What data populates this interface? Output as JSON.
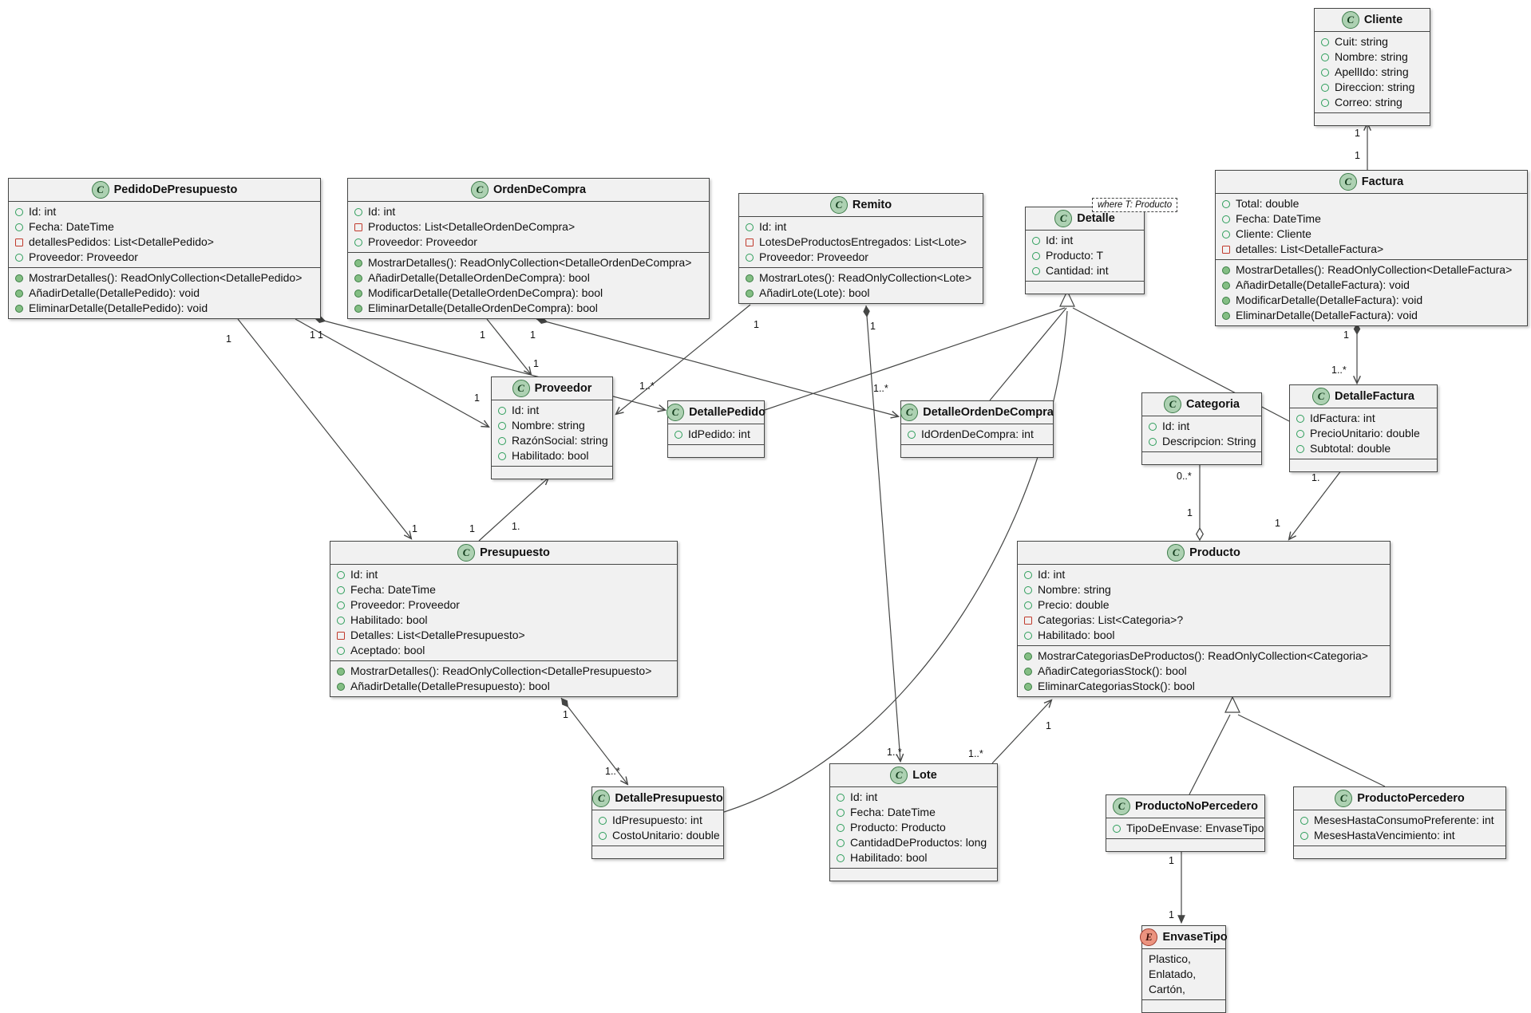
{
  "note": {
    "text": "where T: Producto"
  },
  "classes": {
    "pedido": {
      "badge": "C",
      "name": "PedidoDePresupuesto",
      "attributes": [
        {
          "kind": "field",
          "text": "Id: int"
        },
        {
          "kind": "field",
          "text": "Fecha: DateTime"
        },
        {
          "kind": "privfield",
          "text": "detallesPedidos: List<DetallePedido>"
        },
        {
          "kind": "field",
          "text": "Proveedor: Proveedor"
        }
      ],
      "methods": [
        {
          "kind": "method",
          "text": "MostrarDetalles(): ReadOnlyCollection<DetallePedido>"
        },
        {
          "kind": "method",
          "text": "AñadirDetalle(DetallePedido): void"
        },
        {
          "kind": "method",
          "text": "EliminarDetalle(DetallePedido): void"
        }
      ]
    },
    "orden": {
      "badge": "C",
      "name": "OrdenDeCompra",
      "attributes": [
        {
          "kind": "field",
          "text": "Id: int"
        },
        {
          "kind": "privfield",
          "text": "Productos: List<DetalleOrdenDeCompra>"
        },
        {
          "kind": "field",
          "text": "Proveedor: Proveedor"
        }
      ],
      "methods": [
        {
          "kind": "method",
          "text": "MostrarDetalles(): ReadOnlyCollection<DetalleOrdenDeCompra>"
        },
        {
          "kind": "method",
          "text": "AñadirDetalle(DetalleOrdenDeCompra): bool"
        },
        {
          "kind": "method",
          "text": "ModificarDetalle(DetalleOrdenDeCompra): bool"
        },
        {
          "kind": "method",
          "text": "EliminarDetalle(DetalleOrdenDeCompra): bool"
        }
      ]
    },
    "remito": {
      "badge": "C",
      "name": "Remito",
      "attributes": [
        {
          "kind": "field",
          "text": "Id: int"
        },
        {
          "kind": "privfield",
          "text": "LotesDeProductosEntregados: List<Lote>"
        },
        {
          "kind": "field",
          "text": "Proveedor: Proveedor"
        }
      ],
      "methods": [
        {
          "kind": "method",
          "text": "MostrarLotes(): ReadOnlyCollection<Lote>"
        },
        {
          "kind": "method",
          "text": "AñadirLote(Lote): bool"
        }
      ]
    },
    "detalle": {
      "badge": "C",
      "name": "Detalle",
      "attributes": [
        {
          "kind": "field",
          "text": "Id: int"
        },
        {
          "kind": "field",
          "text": "Producto: T"
        },
        {
          "kind": "field",
          "text": "Cantidad: int"
        }
      ],
      "methods": []
    },
    "factura": {
      "badge": "C",
      "name": "Factura",
      "attributes": [
        {
          "kind": "field",
          "text": "Total: double"
        },
        {
          "kind": "field",
          "text": "Fecha: DateTime"
        },
        {
          "kind": "field",
          "text": "Cliente: Cliente"
        },
        {
          "kind": "privfield",
          "text": "detalles: List<DetalleFactura>"
        }
      ],
      "methods": [
        {
          "kind": "method",
          "text": "MostrarDetalles(): ReadOnlyCollection<DetalleFactura>"
        },
        {
          "kind": "method",
          "text": "AñadirDetalle(DetalleFactura): void"
        },
        {
          "kind": "method",
          "text": "ModificarDetalle(DetalleFactura): void"
        },
        {
          "kind": "method",
          "text": "EliminarDetalle(DetalleFactura): void"
        }
      ]
    },
    "cliente": {
      "badge": "C",
      "name": "Cliente",
      "attributes": [
        {
          "kind": "field",
          "text": "Cuit: string"
        },
        {
          "kind": "field",
          "text": "Nombre: string"
        },
        {
          "kind": "field",
          "text": "ApellIdo: string"
        },
        {
          "kind": "field",
          "text": "Direccion: string"
        },
        {
          "kind": "field",
          "text": "Correo: string"
        }
      ],
      "methods": []
    },
    "proveedor": {
      "badge": "C",
      "name": "Proveedor",
      "attributes": [
        {
          "kind": "field",
          "text": "Id: int"
        },
        {
          "kind": "field",
          "text": "Nombre: string"
        },
        {
          "kind": "field",
          "text": "RazónSocial: string"
        },
        {
          "kind": "field",
          "text": "Habilitado: bool"
        }
      ],
      "methods": []
    },
    "detallePedido": {
      "badge": "C",
      "name": "DetallePedido",
      "attributes": [
        {
          "kind": "field",
          "text": "IdPedido: int"
        }
      ],
      "methods": []
    },
    "detalleOrden": {
      "badge": "C",
      "name": "DetalleOrdenDeCompra",
      "attributes": [
        {
          "kind": "field",
          "text": "IdOrdenDeCompra: int"
        }
      ],
      "methods": []
    },
    "categoria": {
      "badge": "C",
      "name": "Categoria",
      "attributes": [
        {
          "kind": "field",
          "text": "Id: int"
        },
        {
          "kind": "field",
          "text": "Descripcion: String"
        }
      ],
      "methods": []
    },
    "detalleFactura": {
      "badge": "C",
      "name": "DetalleFactura",
      "attributes": [
        {
          "kind": "field",
          "text": "IdFactura: int"
        },
        {
          "kind": "field",
          "text": "PrecioUnitario: double"
        },
        {
          "kind": "field",
          "text": "Subtotal: double"
        }
      ],
      "methods": []
    },
    "presupuesto": {
      "badge": "C",
      "name": "Presupuesto",
      "attributes": [
        {
          "kind": "field",
          "text": "Id: int"
        },
        {
          "kind": "field",
          "text": "Fecha: DateTime"
        },
        {
          "kind": "field",
          "text": "Proveedor: Proveedor"
        },
        {
          "kind": "field",
          "text": "Habilitado: bool"
        },
        {
          "kind": "privfield",
          "text": "Detalles: List<DetallePresupuesto>"
        },
        {
          "kind": "field",
          "text": "Aceptado: bool"
        }
      ],
      "methods": [
        {
          "kind": "method",
          "text": "MostrarDetalles(): ReadOnlyCollection<DetallePresupuesto>"
        },
        {
          "kind": "method",
          "text": "AñadirDetalle(DetallePresupuesto): bool"
        }
      ]
    },
    "producto": {
      "badge": "C",
      "name": "Producto",
      "attributes": [
        {
          "kind": "field",
          "text": "Id: int"
        },
        {
          "kind": "field",
          "text": "Nombre: string"
        },
        {
          "kind": "field",
          "text": "Precio: double"
        },
        {
          "kind": "privfield",
          "text": "Categorias: List<Categoria>?"
        },
        {
          "kind": "field",
          "text": "Habilitado: bool"
        }
      ],
      "methods": [
        {
          "kind": "method",
          "text": "MostrarCategoriasDeProductos(): ReadOnlyCollection<Categoria>"
        },
        {
          "kind": "method",
          "text": "AñadirCategoriasStock(): bool"
        },
        {
          "kind": "method",
          "text": "EliminarCategoriasStock(): bool"
        }
      ]
    },
    "detallePresupuesto": {
      "badge": "C",
      "name": "DetallePresupuesto",
      "attributes": [
        {
          "kind": "field",
          "text": "IdPresupuesto: int"
        },
        {
          "kind": "field",
          "text": "CostoUnitario: double"
        }
      ],
      "methods": []
    },
    "lote": {
      "badge": "C",
      "name": "Lote",
      "attributes": [
        {
          "kind": "field",
          "text": "Id: int"
        },
        {
          "kind": "field",
          "text": "Fecha: DateTime"
        },
        {
          "kind": "field",
          "text": "Producto: Producto"
        },
        {
          "kind": "field",
          "text": "CantidadDeProductos: long"
        },
        {
          "kind": "field",
          "text": "Habilitado: bool"
        }
      ],
      "methods": []
    },
    "noPercedero": {
      "badge": "C",
      "name": "ProductoNoPercedero",
      "attributes": [
        {
          "kind": "field",
          "text": "TipoDeEnvase: EnvaseTipo"
        }
      ],
      "methods": []
    },
    "percedero": {
      "badge": "C",
      "name": "ProductoPercedero",
      "attributes": [
        {
          "kind": "field",
          "text": "MesesHastaConsumoPreferente: int"
        },
        {
          "kind": "field",
          "text": "MesesHastaVencimiento: int"
        }
      ],
      "methods": []
    },
    "envase": {
      "badge": "E",
      "name": "EnvaseTipo",
      "attributes": [
        {
          "kind": "plain",
          "text": "Plastico,"
        },
        {
          "kind": "plain",
          "text": "Enlatado,"
        },
        {
          "kind": "plain",
          "text": "Cartón,"
        }
      ],
      "methods": []
    }
  },
  "mult": {
    "fc_cliente": "1",
    "fc_factura": "1",
    "fd_factura": "1",
    "fd_detalle": "1..*",
    "dp_detalle": "1.",
    "dp_producto": "1",
    "pc_categoria": "0..*",
    "pc_producto": "1",
    "pe_np": "1",
    "pe_env": "1",
    "lp_lote": "1..*",
    "lp_producto": "1",
    "rl_remito": "1",
    "rl_lote": "1..*",
    "rp_remito": "1",
    "pd_pedido": "1",
    "pd_detalle": "1..*",
    "pp_pedido": "1",
    "pp_proveedor": "1",
    "op_orden": "1",
    "op_proveedor": "1",
    "od_orden": "1",
    "od_detalle": "1..*",
    "ppr_pedido": "1",
    "ppr_presupuesto": "1",
    "prp_presupuesto": "1",
    "prp_proveedor": "1.",
    "pdp_presupuesto": "1",
    "pdp_detalle": "1..*"
  }
}
